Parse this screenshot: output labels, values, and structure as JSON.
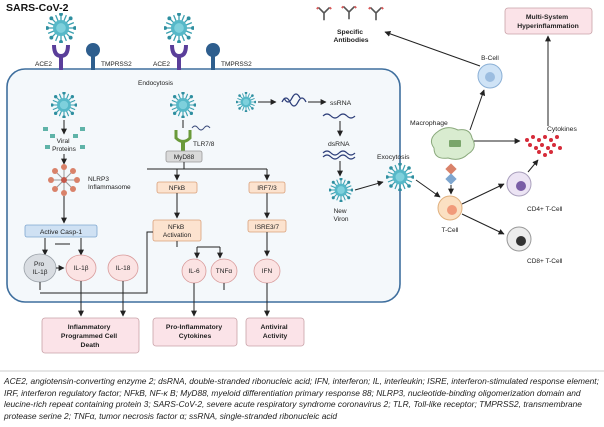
{
  "title": "SARS-CoV-2",
  "receptors": {
    "ace2": "ACE2",
    "tmprss2": "TMPRSS2"
  },
  "cell": {
    "endocytosis": "Endocytosis",
    "viral_proteins": [
      "Viral",
      "Proteins"
    ],
    "nlrp3": [
      "NLRP3",
      "Inflammasome"
    ],
    "active_casp1": "Active Casp-1",
    "pro_il1b": [
      "Pro",
      "IL-1β"
    ],
    "il1b": "IL-1β",
    "il18": "IL-18",
    "tlr78": "TLR7/8",
    "myd88": "MyD88",
    "nfkb": "NFkB",
    "nfkb_activation": [
      "NFkB",
      "Activation"
    ],
    "il6": "IL-6",
    "tnfa": "TNFα",
    "irf73": "IRF7/3",
    "isre37": "ISRE3/7",
    "ifn": "IFN",
    "ssrna": "ssRNA",
    "dsrna": "dsRNA",
    "new_viron": [
      "New",
      "Viron"
    ],
    "exocytosis": "Exocytosis"
  },
  "immune": {
    "specific_antibodies": [
      "Specific",
      "Antibodies"
    ],
    "multi_system": [
      "Multi-System",
      "Hyperinflammation"
    ],
    "b_cell": "B-Cell",
    "macrophage": "Macrophage",
    "cytokines": "Cytokines",
    "t_cell": "T-Cell",
    "cd4": "CD4+ T-Cell",
    "cd8": "CD8+ T-Cell"
  },
  "outcomes": {
    "inflammatory": [
      "Inflammatory",
      "Programmed Cell",
      "Death"
    ],
    "pro_inflammatory": [
      "Pro-Inflammatory",
      "Cytokines"
    ],
    "antiviral": [
      "Antiviral",
      "Activity"
    ]
  },
  "caption": "ACE2, angiotensin-converting enzyme 2; dsRNA, double-stranded ribonucleic acid; IFN, interferon; IL, interleukin; ISRE, interferon-stimulated response element; IRF, interferon regulatory factor; NFkB, NF-κ B; MyD88, myeloid differentiation primary response 88; NLRP3, nucleotide-binding oligomerization domain and leucine-rich repeat containing protein 3; SARS-CoV-2, severe acute respiratory syndrome coronavirus 2; TLR, Toll-like receptor; TMPRSS2, transmembrane protease serine 2; TNFα, tumor necrosis factor α; ssRNA, single-stranded ribonucleic acid"
}
